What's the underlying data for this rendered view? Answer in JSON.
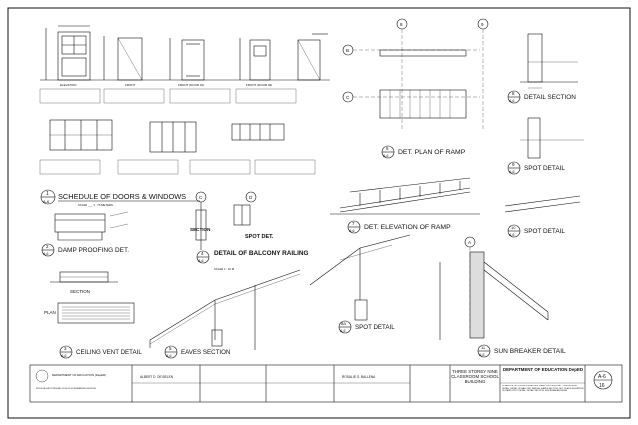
{
  "details": {
    "d1": {
      "num": "1",
      "sheet": "A-6",
      "title": "SCHEDULE OF DOORS & WINDOWS",
      "scale": "SCALE ___ 1 : 75 METERS"
    },
    "d2": {
      "num": "2",
      "sheet": "A-6",
      "title": "DAMP PROOFING DET."
    },
    "d3": {
      "num": "3",
      "sheet": "A-6",
      "title": "CEILING VENT DETAIL",
      "section": "SECTION",
      "plan": "PLAN"
    },
    "d4": {
      "num": "4",
      "sheet": "A-6",
      "title": "DETAIL OF BALCONY RAILING",
      "scale": "SCALE 1 : 10 M"
    },
    "d5": {
      "num": "5",
      "sheet": "A-6",
      "title": "EAVES SECTION"
    },
    "d5a": {
      "num": "5a",
      "sheet": "A-6",
      "title": "SPOT DETAIL"
    },
    "d6": {
      "num": "6",
      "sheet": "A-6",
      "title": "DET. PLAN OF RAMP"
    },
    "d7": {
      "num": "7",
      "sheet": "A-6",
      "title": "DET. ELEVATION OF RAMP"
    },
    "d8": {
      "num": "8",
      "sheet": "A-6",
      "title": "DETAIL SECTION"
    },
    "d9": {
      "num": "9",
      "sheet": "A-6",
      "title": "SPOT DETAIL"
    },
    "d10": {
      "num": "10",
      "sheet": "A-6",
      "title": "SPOT DETAIL"
    },
    "d11": {
      "num": "11",
      "sheet": "A-6",
      "title": "SUN BREAKER DETAIL"
    },
    "secC": {
      "title": "SECTION",
      "mark": "C"
    },
    "spotD": {
      "title": "SPOT DET.",
      "mark": "D"
    }
  },
  "grid_marks": [
    "8",
    "9",
    "B",
    "C",
    "A"
  ],
  "door_labels": [
    "ELEVATION",
    "FRONT",
    "FRONT (DOOR #1)",
    "FRONT (DOOR #2)"
  ],
  "title_block": {
    "agency": "DEPARTMENT OF EDUCATION (DepED)",
    "office": "PHYSICAL FACILITIES AND SCHOOLS ENGINEERING DIVISION",
    "project": "THREE STOREY NINE CLASSROOM SCHOOL BUILDING",
    "owner": "DEPARTMENT OF EDUCATION DepED",
    "sheet_no": "A-6",
    "sheet_total": "16",
    "signatory_1": "ALBERT D. DE BELEN",
    "signatory_2": "ROSALIE O. BALLENA",
    "contents": "SCHEDULE OF DOORS & WINDOWS, DAMP PROOFING DET., CEILING VENT DETAIL, DETAIL OF BALCONY RAILING, EAVES SECTION, DET. PLAN & ELEVATION OF RAMP, SPOT DETAIL, DETAIL SECTION, SUN BREAKER DETAIL"
  },
  "colors": {
    "ink": "#111111",
    "paper": "#ffffff",
    "hatch": "#555555"
  }
}
